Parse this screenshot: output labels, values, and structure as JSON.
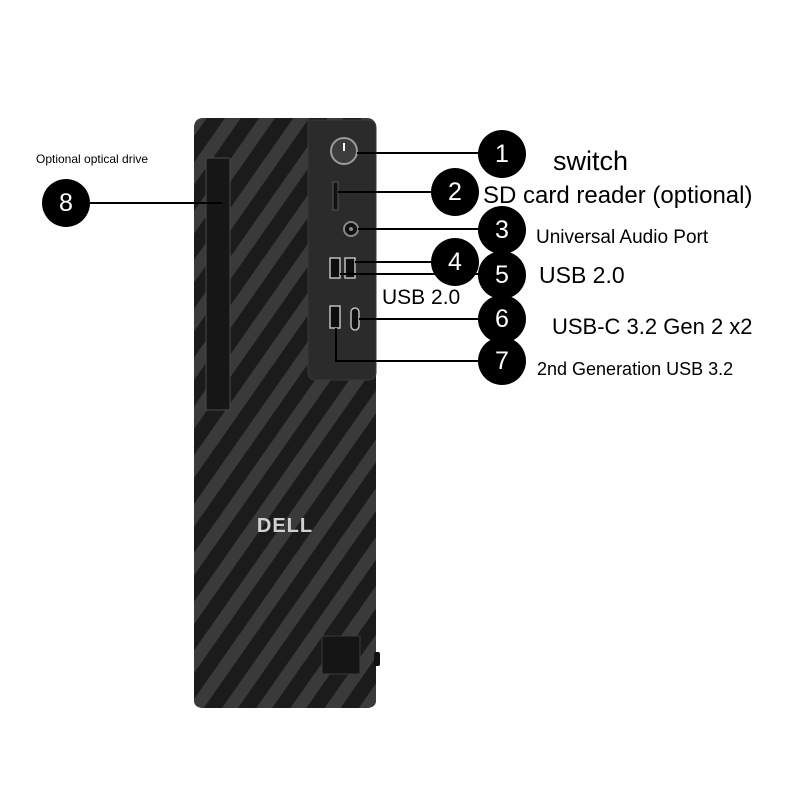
{
  "brand": {
    "logo_text": "DELL"
  },
  "callouts": [
    {
      "number": "1",
      "label": "switch"
    },
    {
      "number": "2",
      "label": "SD card reader (optional)"
    },
    {
      "number": "3",
      "label": "Universal Audio Port"
    },
    {
      "number": "4",
      "label": "USB 2.0"
    },
    {
      "number": "5",
      "label": "USB 2.0"
    },
    {
      "number": "6",
      "label": "USB-C 3.2 Gen 2 x2"
    },
    {
      "number": "7",
      "label": "2nd Generation USB 3.2"
    },
    {
      "number": "8",
      "label": "Optional optical drive"
    }
  ],
  "colors": {
    "chassis": "#1e1e1e",
    "front_panel": "#2b2b2b",
    "badge": "#000000",
    "badge_text": "#ffffff"
  }
}
